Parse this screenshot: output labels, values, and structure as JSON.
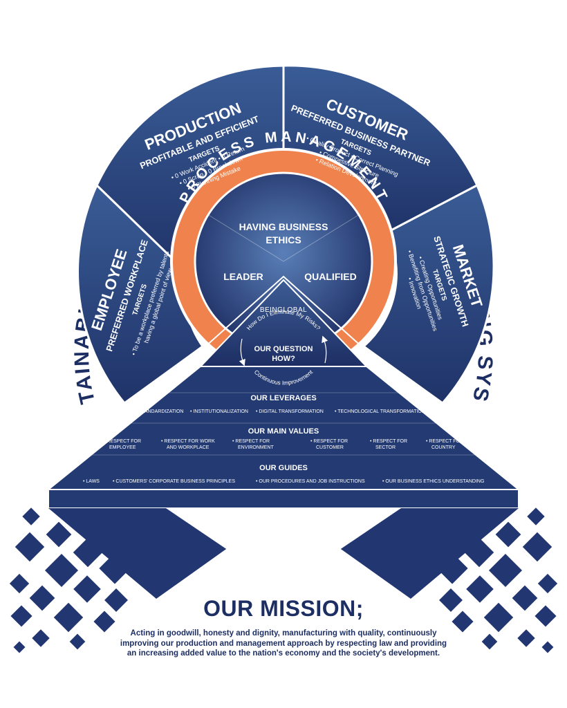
{
  "colors": {
    "navy": "#1d2e63",
    "blue_mid": "#2f4f86",
    "blue_light": "#4a6aa0",
    "orange": "#f0834d",
    "white": "#ffffff"
  },
  "arc_title": "SUSTAINABLE ERKURT MANAGEMENT AND MANUFACTURING SYSTEM",
  "ring_title": "PROCESS MANAGEMENT",
  "core": {
    "top": [
      "HAVING BUSINESS",
      "ETHICS"
    ],
    "left": "LEADER",
    "right": "QUALIFIED"
  },
  "segments": {
    "employee": {
      "title": "EMPLOYEE",
      "subtitle": "PREFERRED WORKPLACE",
      "targets_label": "TARGETS",
      "items": [
        "• To be a workplace preferred by talents",
        "having a global point of view"
      ]
    },
    "production": {
      "title": "PRODUCTION",
      "subtitle": "PROFITABLE AND EFFICIENT",
      "targets_label": "TARGETS",
      "items": [
        "• 0 Work Accident  • 0 Return",
        "• 0 Scrap   • 0 Breakdown",
        "• 0 Planning Mistake"
      ]
    },
    "customer": {
      "title": "CUSTOMER",
      "subtitle": "PREFERRED BUSINESS PARTNER",
      "targets_label": "TARGETS",
      "items": [
        "• Quality Product  • Correct Planning",
        "• Competitive Structure",
        "• Relation Development"
      ]
    },
    "market": {
      "title": "MARKET",
      "subtitle": "STRATEGIC GROWTH",
      "targets_label": "TARGETS",
      "items": [
        "• Creating Opportunities",
        "• Benefiting from Opportunities",
        "• Innovation"
      ]
    }
  },
  "pyramid": {
    "brand": "BEINGLOBAL",
    "question_top": "How Do I Eliminate My Risks?",
    "question_title": [
      "OUR QUESTION",
      "HOW?"
    ],
    "question_bottom": "Continuous Improvement"
  },
  "leverages": {
    "title": "OUR LEVERAGES",
    "items": [
      "• STANDARDIZATION",
      "• INSTITUTIONALIZATION",
      "• DIGITAL TRANSFORMATION",
      "• TECHNOLOGICAL TRANSFORMATION"
    ]
  },
  "values": {
    "title": "OUR MAIN VALUES",
    "items": [
      [
        "• RESPECT FOR",
        "EMPLOYEE"
      ],
      [
        "• RESPECT FOR WORK",
        "AND WORKPLACE"
      ],
      [
        "• RESPECT FOR",
        "ENVIRONMENT"
      ],
      [
        "• RESPECT FOR",
        "CUSTOMER"
      ],
      [
        "• RESPECT FOR",
        "SECTOR"
      ],
      [
        "• RESPECT FOR",
        "COUNTRY"
      ]
    ]
  },
  "guides": {
    "title": "OUR GUIDES",
    "items": [
      "• LAWS",
      "• CUSTOMERS' CORPORATE BUSINESS PRINCIPLES",
      "• OUR PROCEDURES AND JOB INSTRUCTIONS",
      "• OUR BUSINESS ETHICS UNDERSTANDING"
    ]
  },
  "mission": {
    "title": "OUR MISSION;",
    "lines": [
      "Acting in goodwill, honesty and dignity, manufacturing with quality, continuously",
      "improving our production and management approach by respecting law and providing",
      "an increasing added value to the nation's economy and the society's development."
    ]
  }
}
